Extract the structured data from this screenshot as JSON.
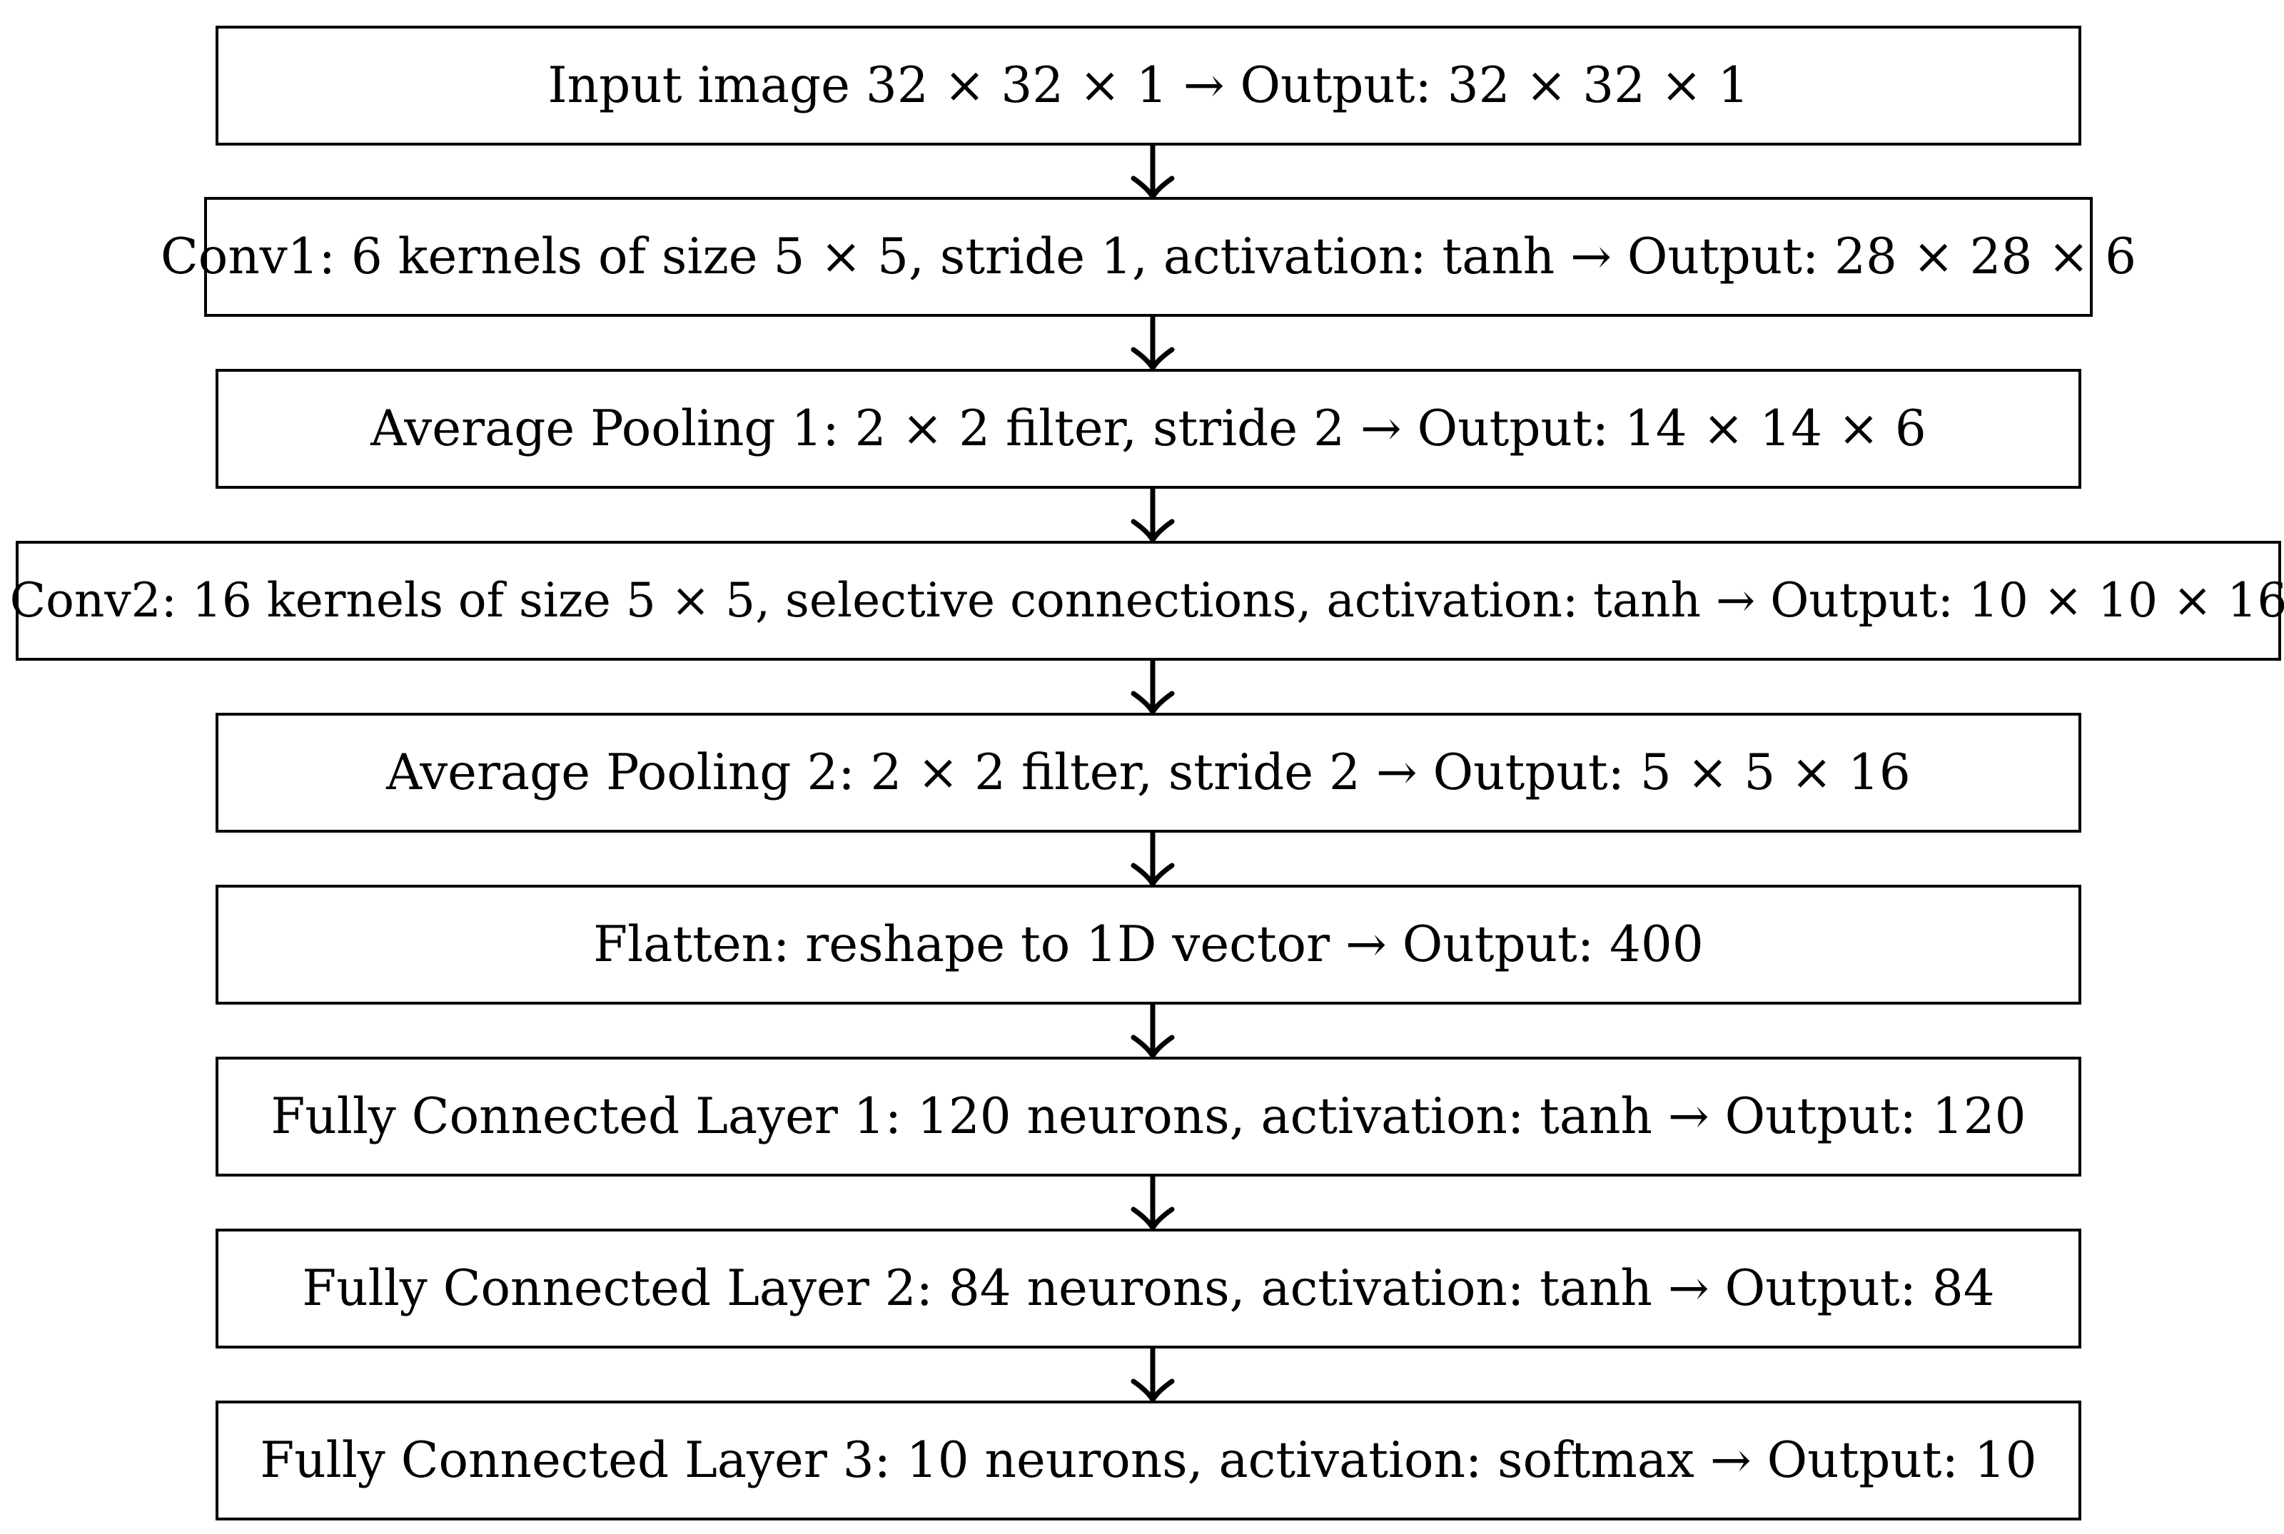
{
  "diagram": {
    "layers": [
      "Input image 32 × 32 × 1 → Output: 32 × 32 × 1",
      "Conv1: 6 kernels of size 5 × 5, stride 1, activation: tanh → Output: 28 × 28 × 6",
      "Average Pooling 1: 2 × 2 filter, stride 2 → Output: 14 × 14 × 6",
      "Conv2: 16 kernels of size 5 × 5, selective connections, activation: tanh → Output: 10 × 10 × 16",
      "Average Pooling 2: 2 × 2 filter, stride 2 → Output: 5 × 5 × 16",
      "Flatten: reshape to 1D vector → Output: 400",
      "Fully Connected Layer 1: 120 neurons, activation: tanh → Output: 120",
      "Fully Connected Layer 2: 84 neurons, activation: tanh → Output: 84",
      "Fully Connected Layer 3: 10 neurons, activation: softmax → Output: 10"
    ],
    "colors": {
      "stroke": "#000000",
      "background": "#ffffff"
    }
  }
}
